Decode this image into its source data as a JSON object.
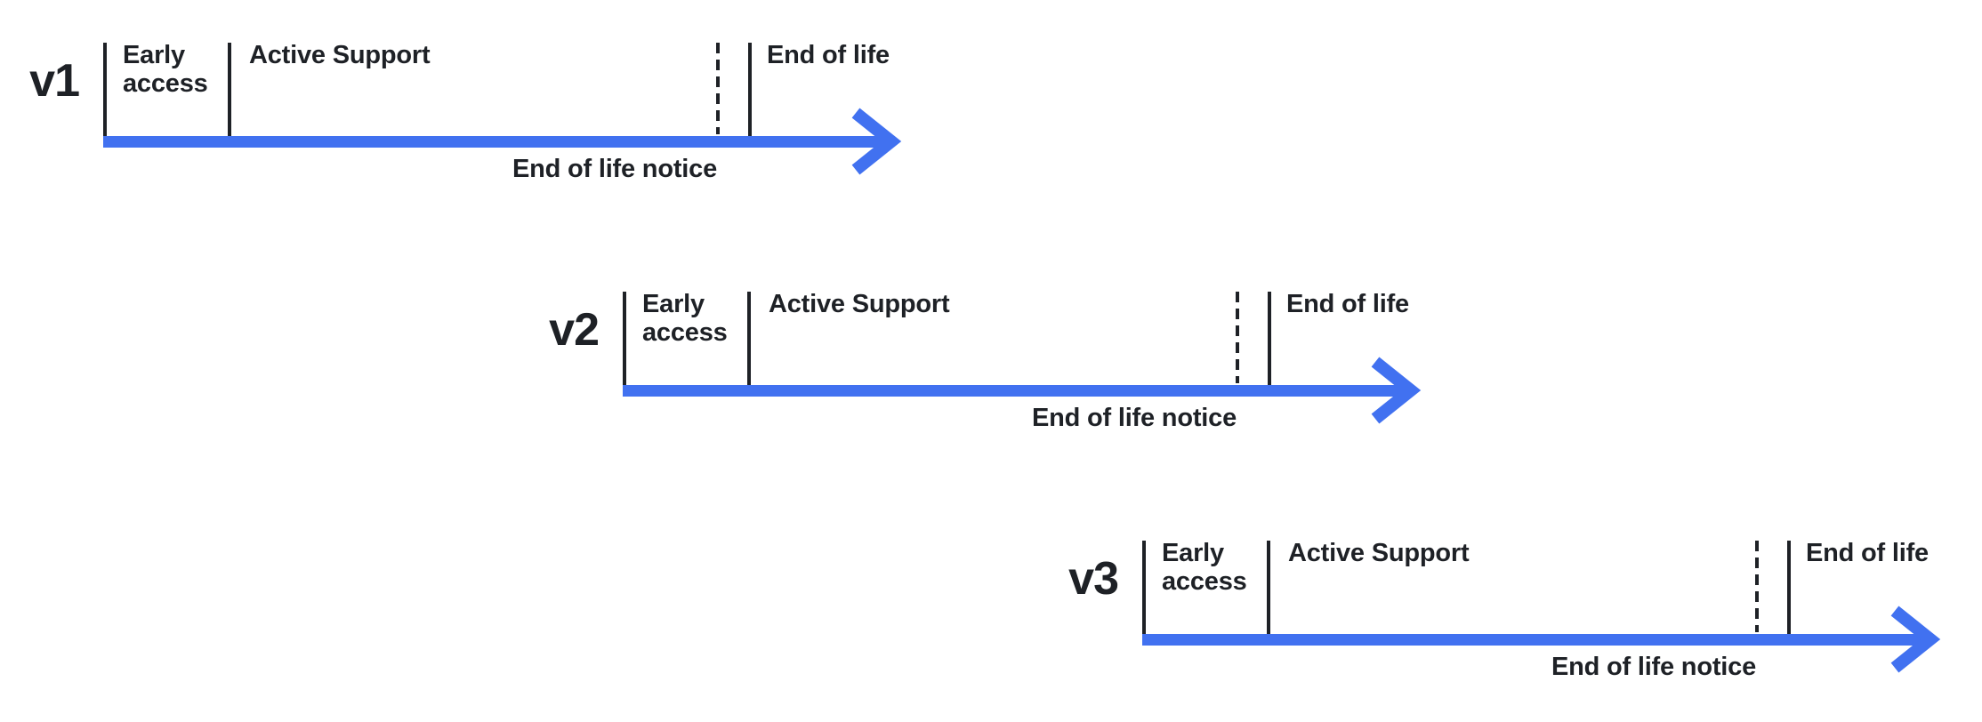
{
  "colors": {
    "accent": "#4171f0",
    "ink": "#1e2126",
    "background": "#ffffff"
  },
  "timelines": [
    {
      "version": "v1",
      "phases": {
        "early_access": "Early access",
        "active_support": "Active Support",
        "end_of_life": "End of life",
        "end_of_life_notice": "End of life notice"
      }
    },
    {
      "version": "v2",
      "phases": {
        "early_access": "Early access",
        "active_support": "Active Support",
        "end_of_life": "End of life",
        "end_of_life_notice": "End of life notice"
      }
    },
    {
      "version": "v3",
      "phases": {
        "early_access": "Early access",
        "active_support": "Active Support",
        "end_of_life": "End of life",
        "end_of_life_notice": "End of life notice"
      }
    }
  ]
}
